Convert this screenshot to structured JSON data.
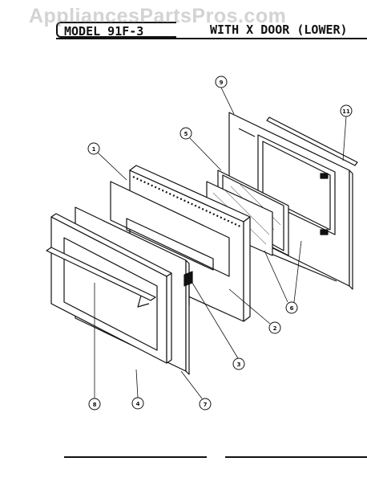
{
  "watermark": "AppliancesPartsPros.com",
  "header": {
    "model": "MODEL 91F-3",
    "door": "WITH X DOOR (LOWER)"
  },
  "callouts": [
    "1",
    "2",
    "3",
    "4",
    "5",
    "6",
    "7",
    "8",
    "9",
    "11"
  ]
}
